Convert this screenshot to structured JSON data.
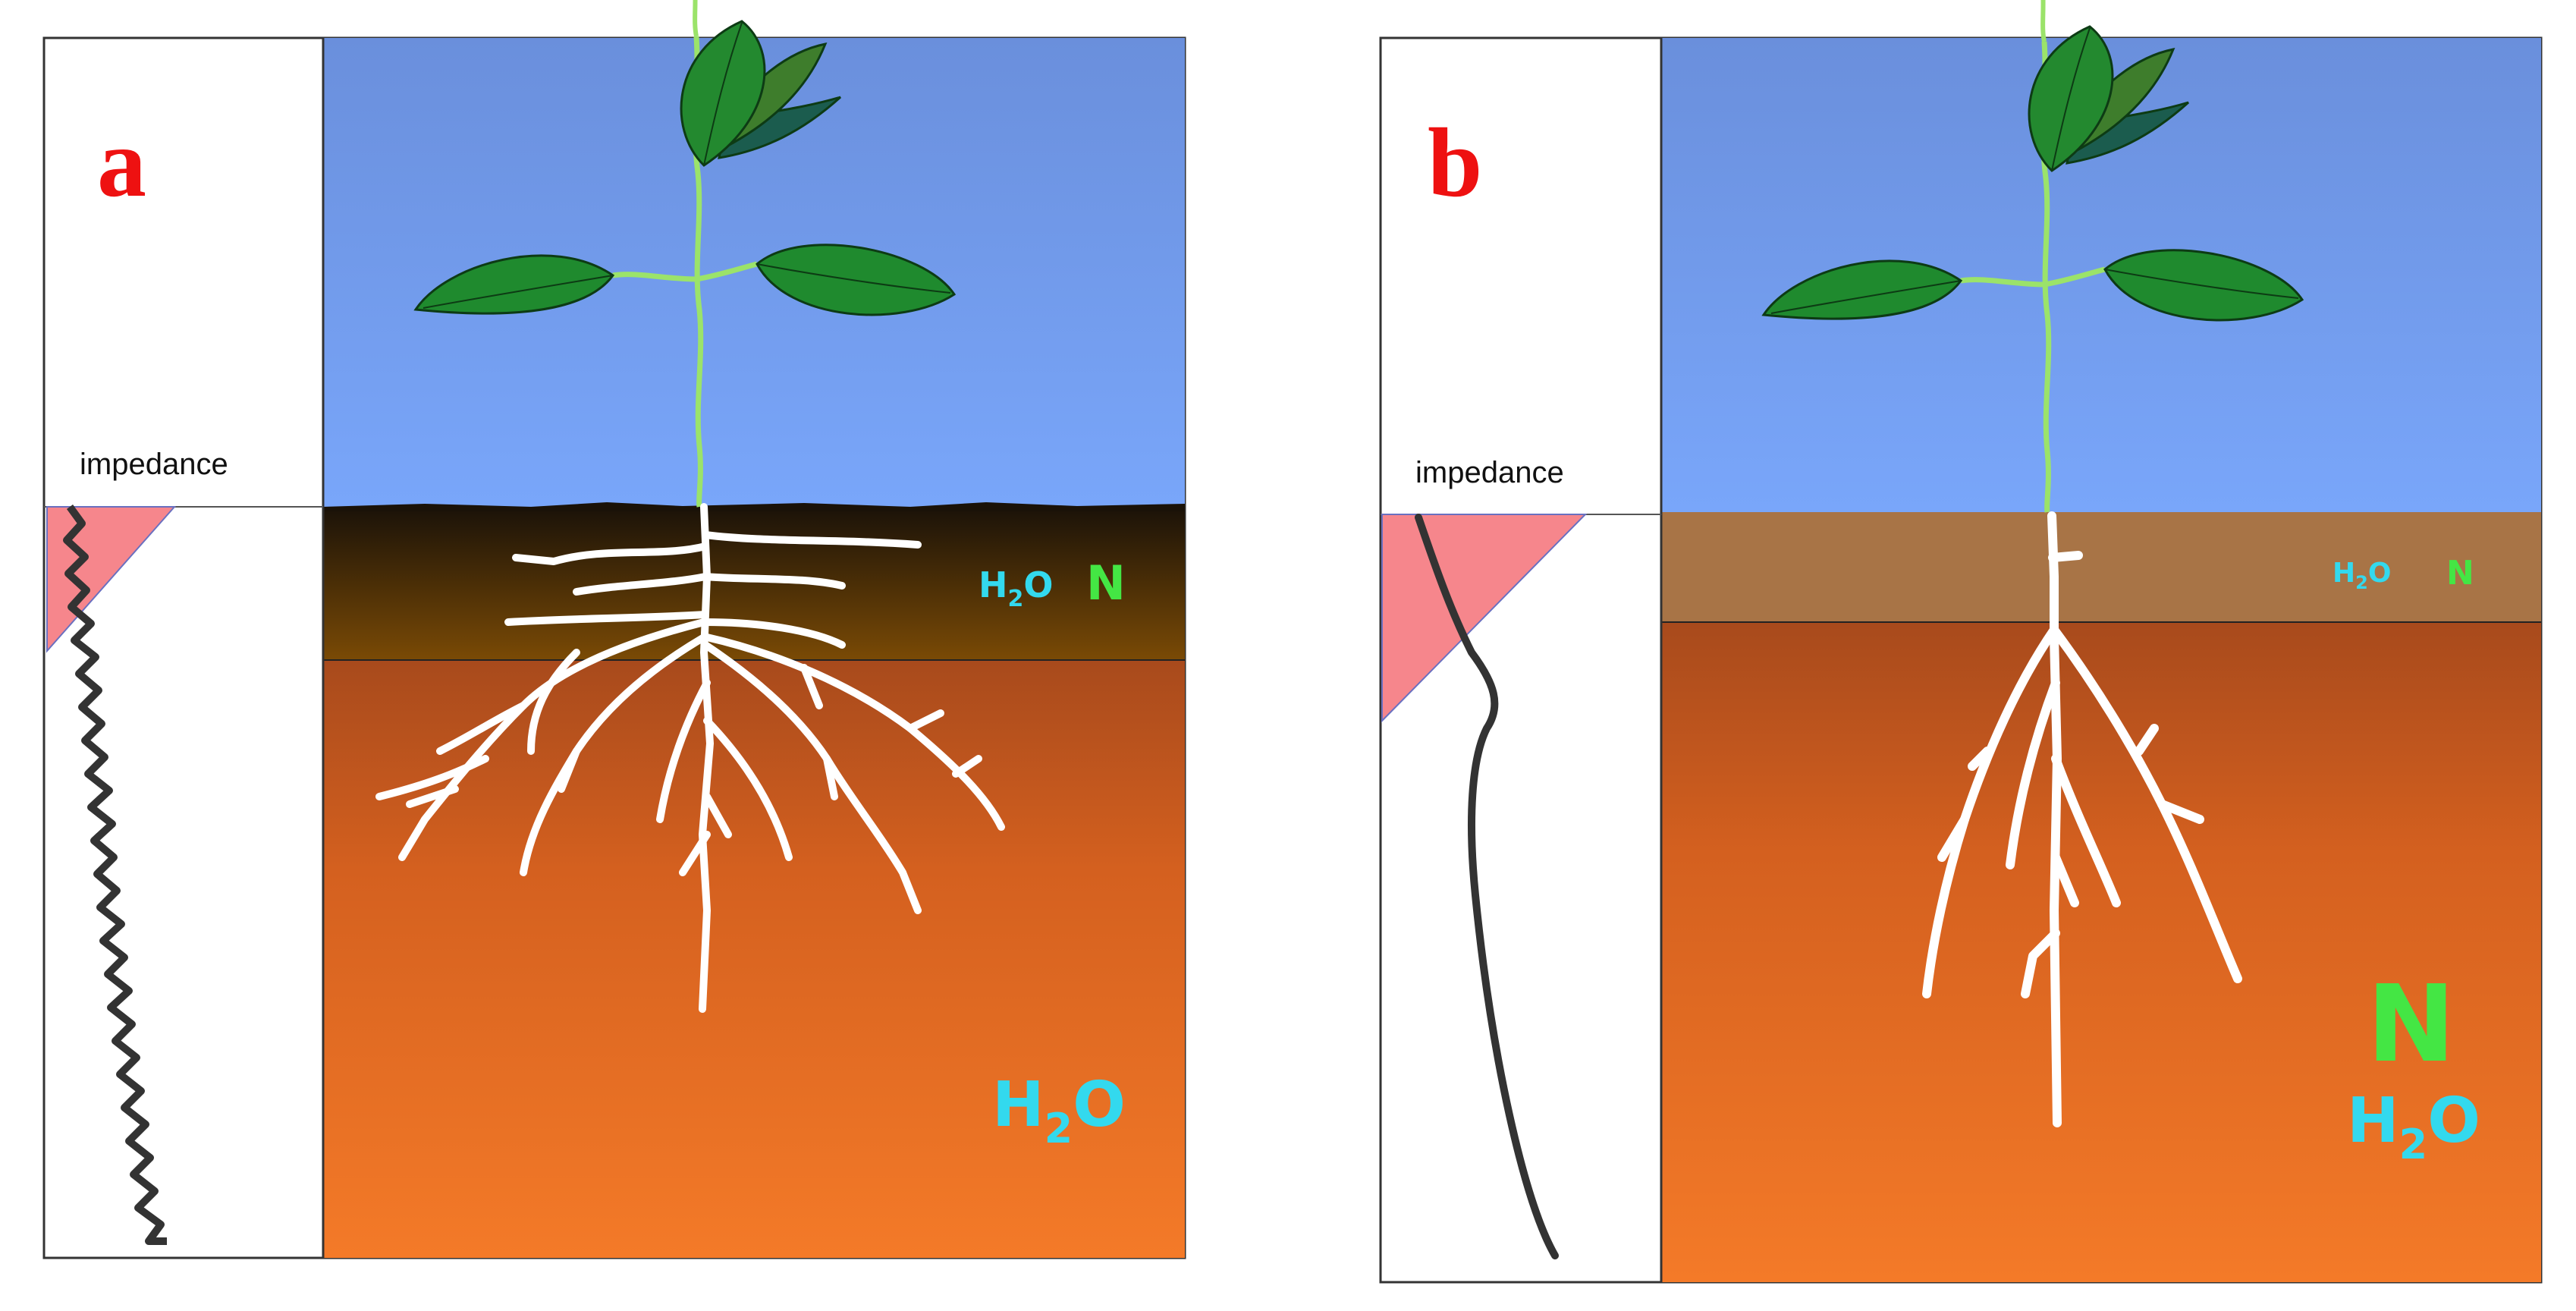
{
  "panels": [
    {
      "letter": "a",
      "impedance_label": "impedance",
      "topsoil_water": {
        "main": "H",
        "sub": "2",
        "tail": "O"
      },
      "topsoil_nitrogen": "N",
      "subsoil_water": {
        "main": "H",
        "sub": "2",
        "tail": "O"
      }
    },
    {
      "letter": "b",
      "impedance_label": "impedance",
      "topsoil_water": {
        "main": "H",
        "sub": "2",
        "tail": "O"
      },
      "topsoil_nitrogen": "N",
      "subsoil_nitrogen": "N",
      "subsoil_water": {
        "main": "H",
        "sub": "2",
        "tail": "O"
      }
    }
  ],
  "colors": {
    "letter": "#ee1111",
    "sky_top": "#6a8fdc",
    "sky_bottom": "#79a6fa",
    "topsoil_a_top": "#1a1208",
    "topsoil_a_bottom": "#7a4a05",
    "topsoil_b": "#a87446",
    "subsoil_top": "#a84a1c",
    "subsoil_bottom": "#f47a28",
    "roots": "#ffffff",
    "impedance_wedge": "#f6868c",
    "water_label": "#33d9ee",
    "nitrogen_label": "#44e644",
    "leaf": "#1f8a2e",
    "stem": "#9be36a"
  }
}
